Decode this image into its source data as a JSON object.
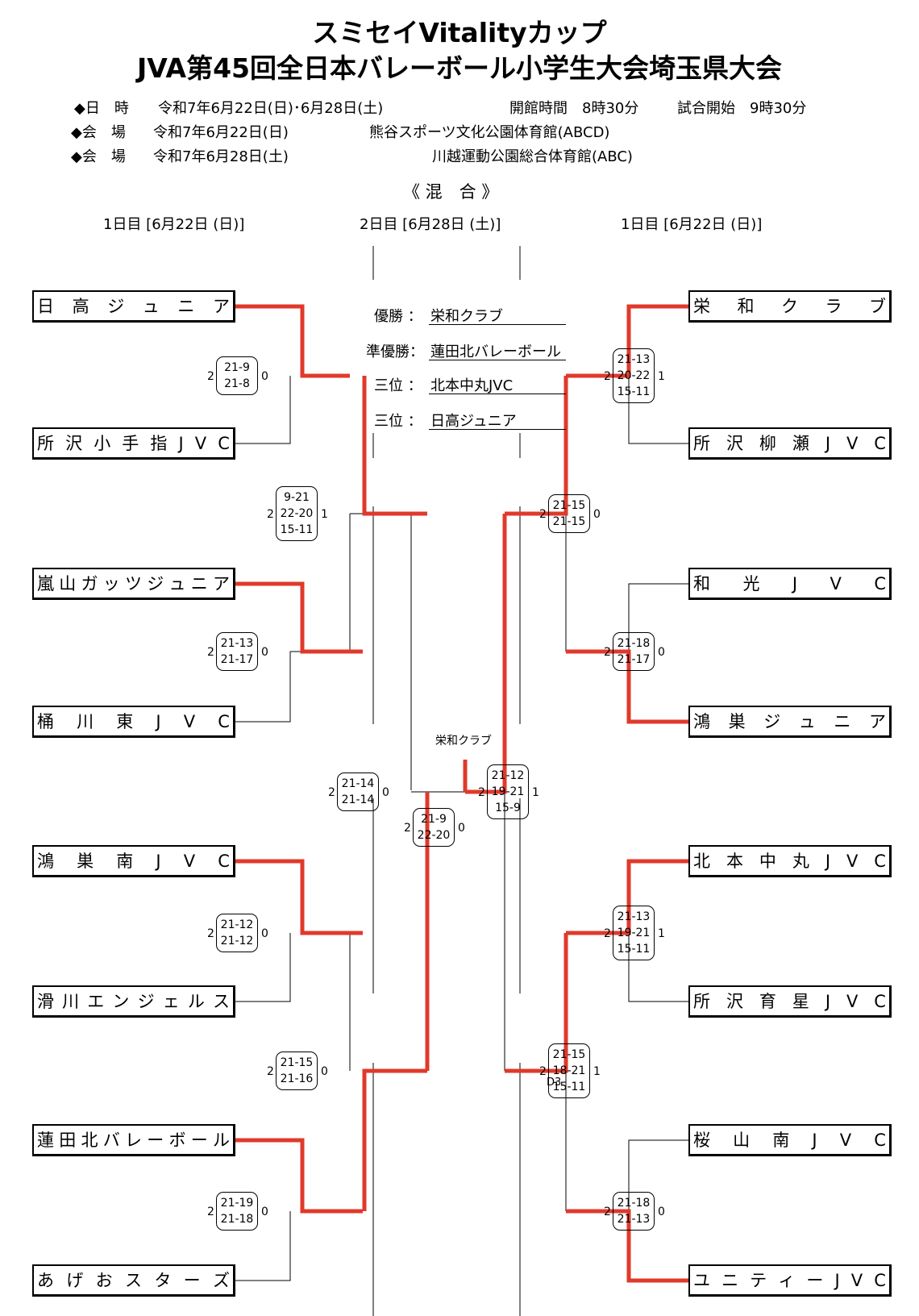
{
  "header": {
    "title1": "スミセイVitalityカップ",
    "title2": "JVA第45回全日本バレーボール小学生大会埼玉県大会",
    "date_label": "◆日　時",
    "date_value": "令和7年6月22日(日)･6月28日(土)",
    "open_time": "開館時間　8時30分",
    "start_time": "試合開始　9時30分",
    "venue1_label": "◆会　場",
    "venue1_date": "令和7年6月22日(日)",
    "venue1_place": "熊谷スポーツ文化公園体育館(ABCD)",
    "venue2_label": "◆会　場",
    "venue2_date": "令和7年6月28日(土)",
    "venue2_place": "川越運動公園総合体育館(ABC)",
    "category": "《 混　合 》",
    "day1_left": "1日目 [6月22日 (日)]",
    "day2": "2日目 [6月28日 (土)]",
    "day1_right": "1日目 [6月22日 (日)]"
  },
  "results": [
    {
      "label": "優勝 ：",
      "team": "栄和クラブ"
    },
    {
      "label": "準優勝：",
      "team": "蓮田北バレーボール"
    },
    {
      "label": "三位 ：",
      "team": "北本中丸JVC"
    },
    {
      "label": "三位 ：",
      "team": "日高ジュニア"
    }
  ],
  "teams_left": [
    "日高ジュニア",
    "所沢小手指JVC",
    "嵐山ガッツジュニア",
    "桶川東JVC",
    "鴻巣南JVC",
    "滑川エンジェルス",
    "蓮田北バレーボール",
    "あげおスターズ"
  ],
  "teams_right": [
    "栄和クラブ",
    "所沢柳瀬JVC",
    "和光JVC",
    "鴻巣ジュニア",
    "北本中丸JVC",
    "所沢育星JVC",
    "桜山南JVC",
    "ユニティーJVC"
  ],
  "matches": [
    {
      "id": "L1",
      "sets": [
        "21-9",
        "21-8"
      ],
      "w_left": "2",
      "w_right": "0"
    },
    {
      "id": "L2",
      "sets": [
        "21-13",
        "21-17"
      ],
      "w_left": "2",
      "w_right": "0"
    },
    {
      "id": "L3",
      "sets": [
        "21-12",
        "21-12"
      ],
      "w_left": "2",
      "w_right": "0"
    },
    {
      "id": "L4",
      "sets": [
        "21-19",
        "21-18"
      ],
      "w_left": "2",
      "w_right": "0"
    },
    {
      "id": "LQ1",
      "sets": [
        "9-21",
        "22-20",
        "15-11"
      ],
      "w_left": "2",
      "w_right": "1"
    },
    {
      "id": "LQ2",
      "sets": [
        "21-15",
        "21-16"
      ],
      "w_left": "2",
      "w_right": "0"
    },
    {
      "id": "LS",
      "sets": [
        "21-14",
        "21-14"
      ],
      "w_left": "2",
      "w_right": "0"
    },
    {
      "id": "F",
      "sets": [
        "21-9",
        "22-20"
      ],
      "w_left": "2",
      "w_right": "0"
    },
    {
      "id": "RS",
      "sets": [
        "21-12",
        "19-21",
        "15-9"
      ],
      "w_left": "2",
      "w_right": "1"
    },
    {
      "id": "RQ1",
      "sets": [
        "21-15",
        "21-15"
      ],
      "w_left": "2",
      "w_right": "0"
    },
    {
      "id": "RQ2",
      "sets": [
        "21-15",
        "18-21",
        "15-11"
      ],
      "w_left": "2",
      "w_right": "1"
    },
    {
      "id": "R1",
      "sets": [
        "21-13",
        "20-22",
        "15-11"
      ],
      "w_left": "2",
      "w_right": "1"
    },
    {
      "id": "R2",
      "sets": [
        "21-18",
        "21-17"
      ],
      "w_left": "2",
      "w_right": "0"
    },
    {
      "id": "R3",
      "sets": [
        "21-13",
        "19-21",
        "15-11"
      ],
      "w_left": "2",
      "w_right": "1"
    },
    {
      "id": "R4",
      "sets": [
        "21-18",
        "21-13"
      ],
      "w_left": "2",
      "w_right": "0"
    }
  ],
  "final_winner_label": "栄和クラブ",
  "court_label": "D3",
  "colors": {
    "win_line": "#e0392b",
    "line": "#000000"
  }
}
